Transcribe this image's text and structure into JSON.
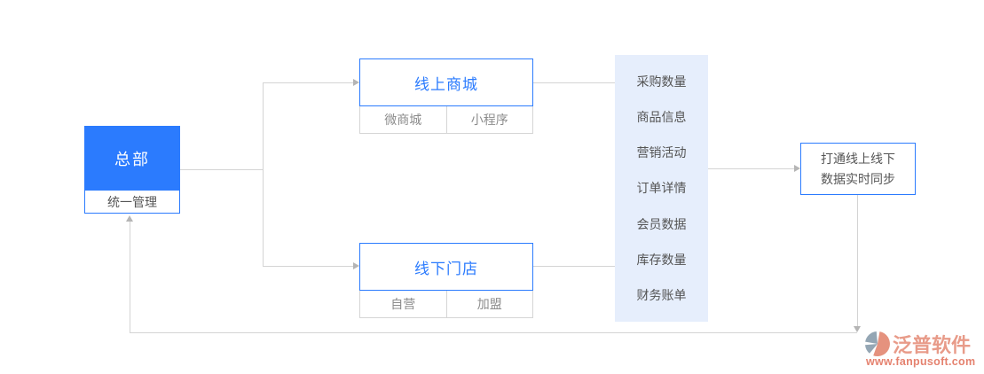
{
  "colors": {
    "accent_blue": "#2b7bfe",
    "panel_bg": "#e6eefc",
    "connector_gray": "#d4d4d4",
    "arrow_gray": "#b5b5b5",
    "dark_text": "#555555",
    "muted_text": "#8c8c8c",
    "brand_coral": "#e89b89",
    "brand_grayblue": "#94a6b4"
  },
  "hq": {
    "title": "总部",
    "subtitle": "统一管理"
  },
  "channels": [
    {
      "title": "线上商城",
      "subs": [
        "微商城",
        "小程序"
      ]
    },
    {
      "title": "线下门店",
      "subs": [
        "自营",
        "加盟"
      ]
    }
  ],
  "data_panel": {
    "items": [
      "采购数量",
      "商品信息",
      "营销活动",
      "订单详情",
      "会员数据",
      "库存数量",
      "财务账单"
    ]
  },
  "result": {
    "lines": [
      "打通线上线下",
      "数据实时同步"
    ]
  },
  "watermark": {
    "brand": "泛普软件",
    "url": "www.fanpusoft.com"
  }
}
